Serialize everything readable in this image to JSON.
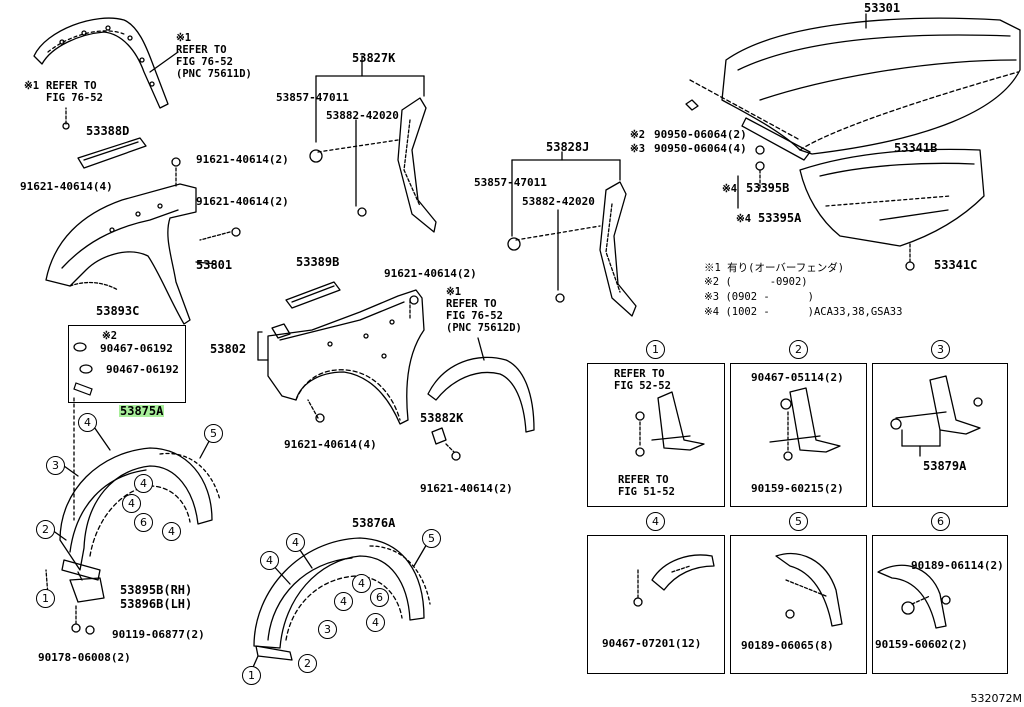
{
  "labels": {
    "hood": "53301",
    "hood_insulator": "53341B",
    "clip_53341c": "53341C",
    "seal_53395b": "53395B",
    "seal_53395a": "53395A",
    "clip_90950_a": "90950-06064(2)",
    "clip_90950_b": "90950-06064(4)",
    "bracket_53827k": "53827K",
    "clip_53857_top": "53857-47011",
    "clip_53882_top": "53882-42020",
    "bracket_53828j": "53828J",
    "clip_53857_mid": "53857-47011",
    "clip_53882_mid": "53882-42020",
    "seal_53388d": "53388D",
    "bolt_91621_a": "91621-40614(2)",
    "bolt_91621_b": "91621-40614(4)",
    "bolt_91621_c": "91621-40614(2)",
    "fender_rear": "53801",
    "seal_53389b": "53389B",
    "bolt_91621_d": "91621-40614(2)",
    "fender_front": "53802",
    "bolt_91621_e": "91621-40614(4)",
    "bracket_53882k": "53882K",
    "bolt_91621_f": "91621-40614(2)",
    "kit_53893c": "53893C",
    "clip_90467_a": "90467-06192",
    "clip_90467_b": "90467-06192",
    "liner_53875a": "53875A",
    "mud_53895b": "53895B(RH)",
    "mud_53896b": "53896B(LH)",
    "screw_90119": "90119-06877(2)",
    "clip_90178": "90178-06008(2)",
    "liner_53876a": "53876A"
  },
  "refer": {
    "top_left_a": "※1\nREFER TO\nFIG 76-52\n(PNC 75611D)",
    "top_left_b": "REFER TO\nFIG 76-52",
    "top_left_b_mark": "※1",
    "mid": "※1\nREFER TO\nFIG 76-52\n(PNC 75612D)",
    "kit_mark": "※2"
  },
  "marks": {
    "m2": "※2",
    "m3": "※3",
    "m4a": "※4",
    "m4b": "※4"
  },
  "legend": {
    "l1": "※1 有り(オーバーフェンダ)",
    "l2": "※2 (      -0902)",
    "l3": "※3 (0902 -      )",
    "l4": "※4 (1002 -      )ACA33,38,GSA33"
  },
  "panels": {
    "p1": {
      "num": "1",
      "t1": "REFER TO\nFIG 52-52",
      "t2": "REFER TO\nFIG 51-52"
    },
    "p2": {
      "num": "2",
      "t1": "90467-05114(2)",
      "t2": "90159-60215(2)"
    },
    "p3": {
      "num": "3",
      "t1": "53879A"
    },
    "p4": {
      "num": "4",
      "t1": "90467-07201(12)"
    },
    "p5": {
      "num": "5",
      "t1": "90189-06065(8)"
    },
    "p6": {
      "num": "6",
      "t1": "90189-06114(2)",
      "t2": "90159-60602(2)"
    }
  },
  "callouts": {
    "c1": "1",
    "c2": "2",
    "c3": "3",
    "c4": "4",
    "c5": "5",
    "c6": "6"
  },
  "diagram_code": "532072M",
  "colors": {
    "highlight": "#a8ee9a",
    "ink": "#000000"
  }
}
